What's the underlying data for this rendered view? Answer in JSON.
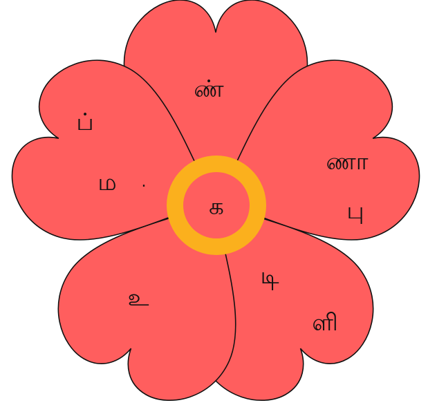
{
  "colors": {
    "petal": "#ff5e5e",
    "petal_outline": "#111111",
    "ring": "#fbb01d",
    "center": "#ff5e5e",
    "text": "#111111",
    "background": "#ffffff"
  },
  "center": {
    "letter": "க"
  },
  "petals": [
    {
      "name": "top",
      "letters": [
        "ண்"
      ]
    },
    {
      "name": "upper-right",
      "letters": [
        "ணா",
        "பு"
      ]
    },
    {
      "name": "lower-right",
      "letters": [
        "டி",
        "ளி"
      ]
    },
    {
      "name": "lower-left",
      "letters": [
        "உ"
      ]
    },
    {
      "name": "upper-left",
      "letters": [
        "ப்",
        "ம",
        "."
      ]
    }
  ]
}
